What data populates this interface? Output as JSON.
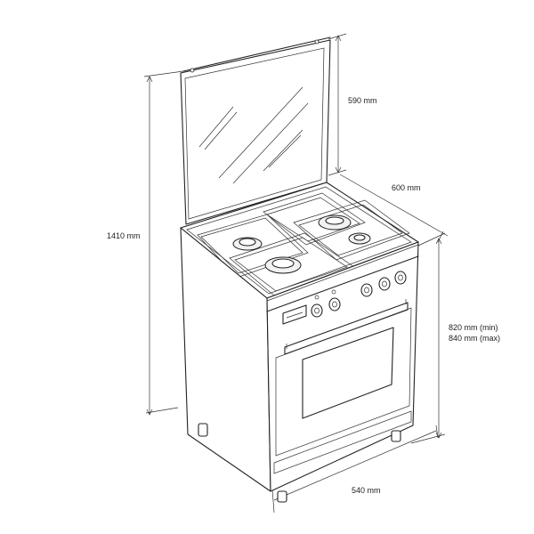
{
  "dimensions": {
    "lid_depth": "590 mm",
    "width_top": "600 mm",
    "total_height": "1410 mm",
    "cooktop_height_min": "820 mm (min)",
    "cooktop_height_max": "840 mm (max)",
    "base_depth": "540 mm"
  },
  "appliance": {
    "burners": 4,
    "knobs": 5
  }
}
